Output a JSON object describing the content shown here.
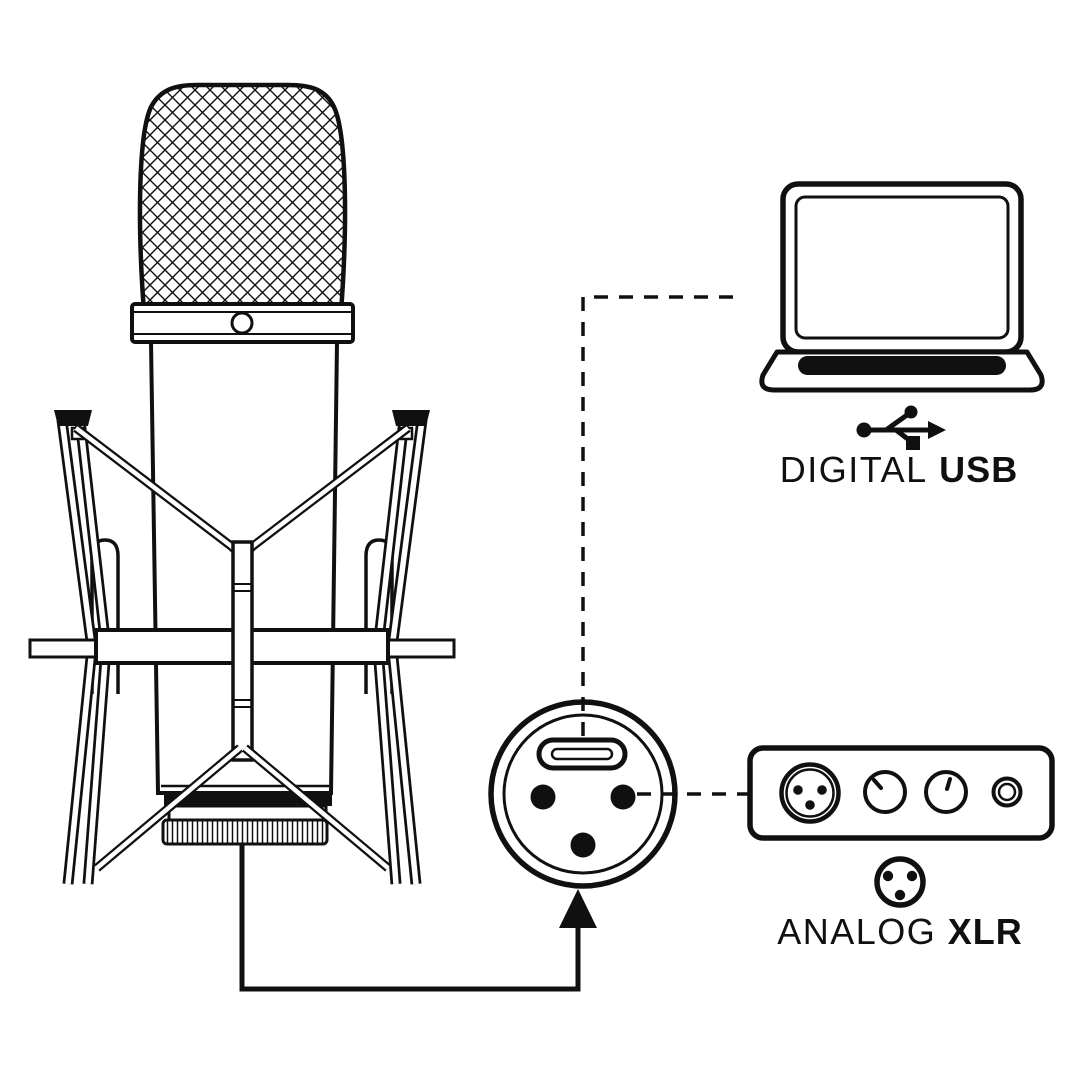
{
  "page": {
    "colors": {
      "ink": "#101010",
      "background": "#ffffff"
    }
  },
  "labels": {
    "digital_usb": {
      "normal": "DIGITAL",
      "bold": "USB"
    },
    "analog_xlr": {
      "normal": "ANALOG",
      "bold": "XLR"
    }
  },
  "diagram": {
    "type": "product-connectivity-diagram",
    "subject": "condenser-microphone-in-shock-mount",
    "connector_detail": {
      "ports": [
        "usb-c-port",
        "xlr-3-pin-socket"
      ],
      "pin_count": 3
    },
    "connections": [
      {
        "from": "mic-usb-c-port",
        "to": "laptop",
        "style": "dashed",
        "label": "DIGITAL USB",
        "icon": "usb-trident-icon"
      },
      {
        "from": "mic-xlr-pin",
        "to": "audio-interface",
        "style": "dashed",
        "label": "ANALOG XLR",
        "icon": "xlr-connector-icon"
      },
      {
        "from": "microphone-base",
        "to": "connector-detail",
        "style": "solid-arrow"
      }
    ],
    "audio_interface_controls": [
      "xlr-input",
      "knob",
      "knob",
      "output-jack"
    ]
  }
}
